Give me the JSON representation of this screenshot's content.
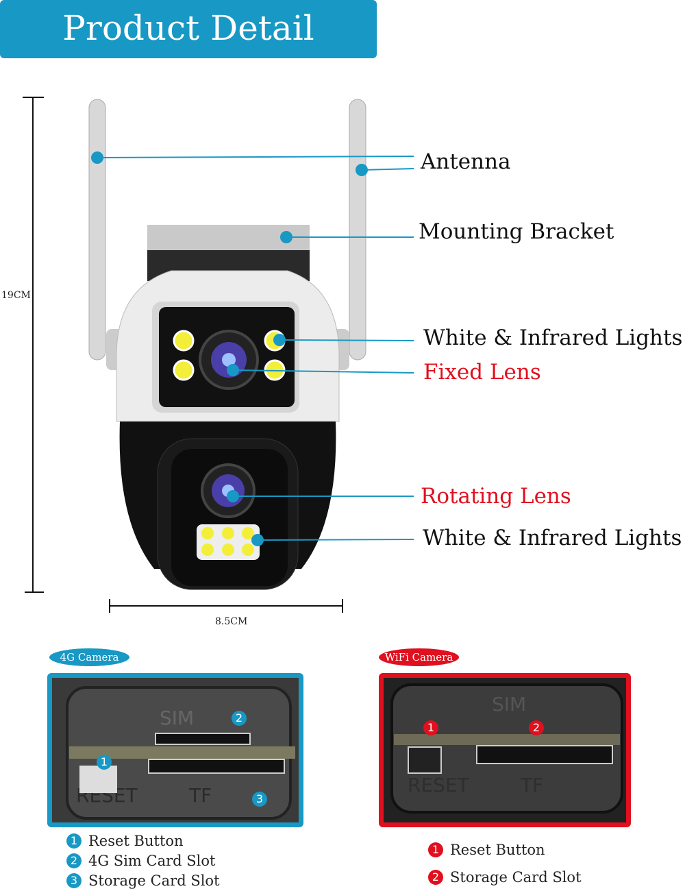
{
  "title": "Product Detail Analysis",
  "dimensions": {
    "height": "19CM",
    "width": "8.5CM"
  },
  "callouts": [
    {
      "label": "Antenna",
      "color": "#111111"
    },
    {
      "label": "Mounting Bracket",
      "color": "#111111"
    },
    {
      "label": "White & Infrared Lights",
      "color": "#111111"
    },
    {
      "label": "Fixed Lens",
      "color": "#e0101e"
    },
    {
      "label": "Rotating Lens",
      "color": "#e0101e"
    },
    {
      "label": "White & Infrared Lights",
      "color": "#111111"
    }
  ],
  "panels": {
    "g4": {
      "badge": "4G Camera",
      "accent": "#1898c4",
      "printed": {
        "sim": "SIM",
        "reset": "RESET",
        "tf": "TF"
      },
      "markers": [
        "1",
        "2",
        "3"
      ],
      "legend": [
        {
          "n": "1",
          "text": "Reset Button"
        },
        {
          "n": "2",
          "text": "4G Sim Card Slot"
        },
        {
          "n": "3",
          "text": "Storage Card Slot"
        }
      ]
    },
    "wifi": {
      "badge": "WiFi Camera",
      "accent": "#e0101e",
      "printed": {
        "sim": "SIM",
        "reset": "RESET",
        "tf": "TF"
      },
      "markers": [
        "1",
        "2"
      ],
      "legend": [
        {
          "n": "1",
          "text": "Reset Button"
        },
        {
          "n": "2",
          "text": "Storage Card Slot"
        }
      ]
    }
  }
}
